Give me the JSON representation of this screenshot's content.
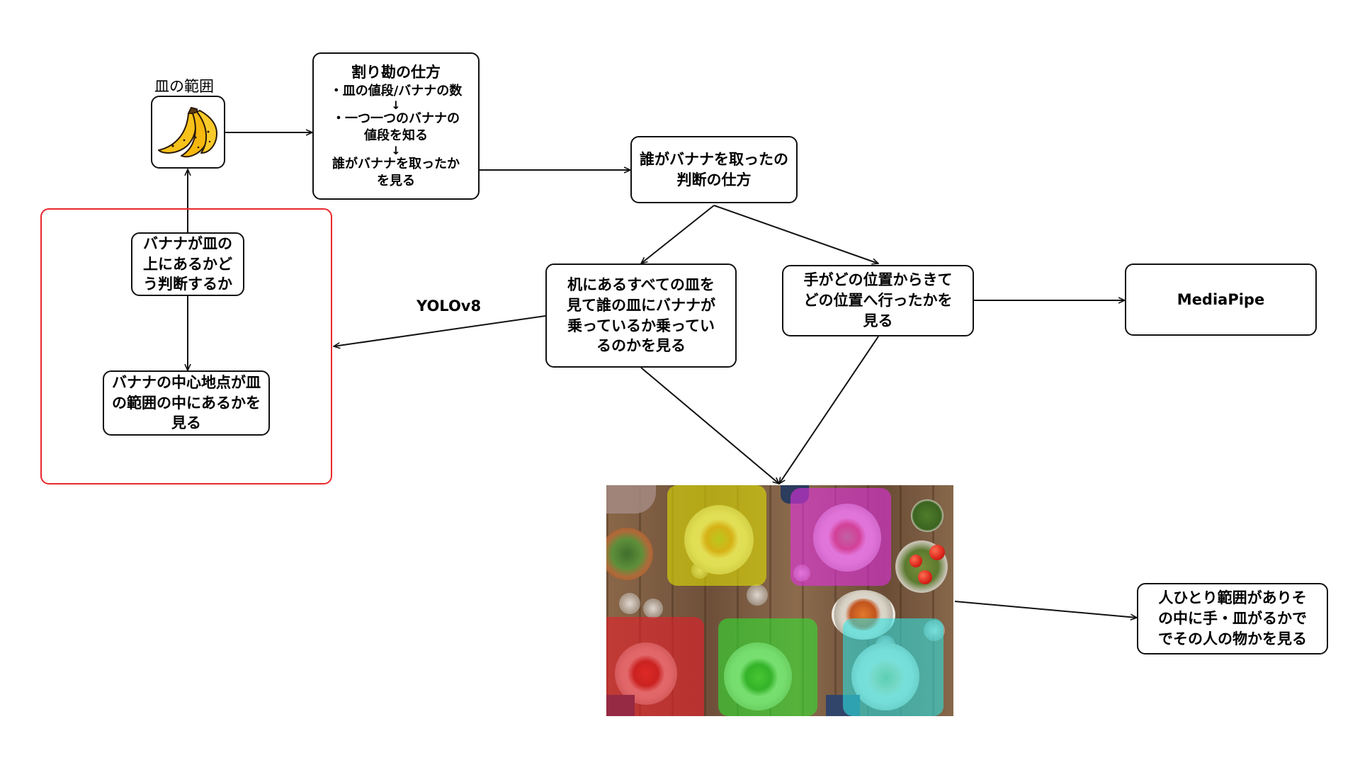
{
  "plate_range": {
    "label": "皿の範囲",
    "icon": "banana-icon"
  },
  "split_method": {
    "title": "割り勘の仕方",
    "step1": "・皿の値段/バナナの数",
    "arrow1": "↓",
    "step2": "・一つ一つのバナナの",
    "step2b": "値段を知る",
    "arrow2": "↓",
    "step3": "誰がバナナを取ったか",
    "step3b": "を見る"
  },
  "who_took": {
    "line1": "誰がバナナを取ったの",
    "line2": "判断の仕方"
  },
  "check_plates": {
    "line1": "机にあるすべての皿を",
    "line2": "見て誰の皿にバナナが",
    "line3": "乗っているか乗ってい",
    "line4": "るのかを見る"
  },
  "hand_track": {
    "line1": "手がどの位置からきて",
    "line2": "どの位置へ行ったかを",
    "line3": "見る"
  },
  "mediapipe": {
    "label": "MediaPipe"
  },
  "yolo": {
    "label": "YOLOv8"
  },
  "banana_on_plate": {
    "line1": "バナナが皿の",
    "line2": "上にあるかど",
    "line3": "う判断するか"
  },
  "banana_center": {
    "line1": "バナナの中心地点が皿",
    "line2": "の範囲の中にあるかを",
    "line3": "見る"
  },
  "person_range": {
    "line1": "人ひとり範囲がありそ",
    "line2": "の中に手・皿がるかで",
    "line3": "でその人の物かを見る"
  },
  "colors": {
    "box_border": "#111111",
    "group_frame": "#e8282c",
    "overlay_yellow": "#e6e600",
    "overlay_magenta": "#e62ee6",
    "overlay_red": "#e61e2a",
    "overlay_green": "#2ee62e",
    "overlay_cyan": "#2ee6e6"
  }
}
